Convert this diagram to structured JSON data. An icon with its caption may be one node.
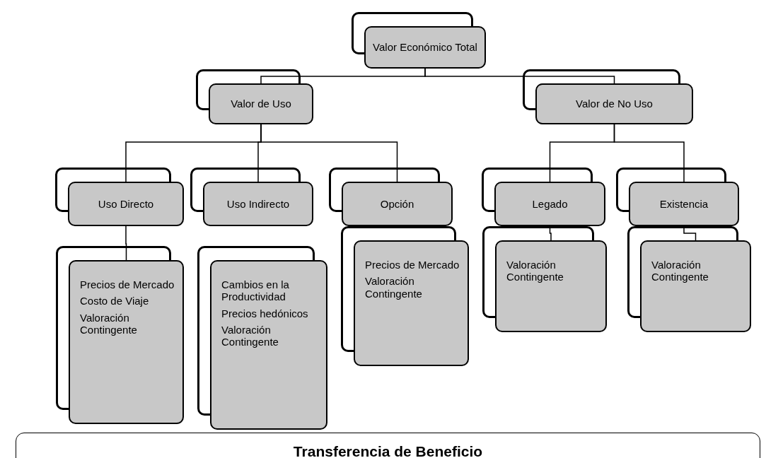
{
  "diagram": {
    "nodes": [
      {
        "text": [
          "Valor Económico Total"
        ]
      },
      {
        "text": [
          "Valor de Uso"
        ]
      },
      {
        "text": [
          "Valor de No Uso"
        ]
      },
      {
        "text": [
          "Uso Directo"
        ]
      },
      {
        "text": [
          "Uso Indirecto"
        ]
      },
      {
        "text": [
          "Opción"
        ]
      },
      {
        "text": [
          "Legado"
        ]
      },
      {
        "text": [
          "Existencia"
        ]
      },
      {
        "text": [
          "Precios de Mercado",
          "Costo de Viaje",
          "Valoración Contingente"
        ]
      },
      {
        "text": [
          "Cambios en la Productividad",
          "Precios hedónicos",
          "Valoración Contingente"
        ]
      },
      {
        "text": [
          "Precios de Mercado",
          "Valoración Contingente"
        ]
      },
      {
        "text": [
          "Valoración Contingente"
        ]
      },
      {
        "text": [
          "Valoración Contingente"
        ]
      },
      {
        "text": [
          "Transferencia de Beneficio"
        ]
      }
    ],
    "edges": [
      {
        "from": 0,
        "to": 1,
        "arrow": "none"
      },
      {
        "from": 0,
        "to": 2,
        "arrow": "none"
      },
      {
        "from": 1,
        "to": 3,
        "arrow": "none"
      },
      {
        "from": 1,
        "to": 4,
        "arrow": "none"
      },
      {
        "from": 1,
        "to": 5,
        "arrow": "none"
      },
      {
        "from": 2,
        "to": 6,
        "arrow": "none"
      },
      {
        "from": 2,
        "to": 7,
        "arrow": "none"
      },
      {
        "from": 3,
        "to": 8,
        "arrow": "none"
      },
      {
        "from": 6,
        "to": 11,
        "arrow": "none"
      },
      {
        "from": 7,
        "to": 12,
        "arrow": "none"
      }
    ]
  }
}
